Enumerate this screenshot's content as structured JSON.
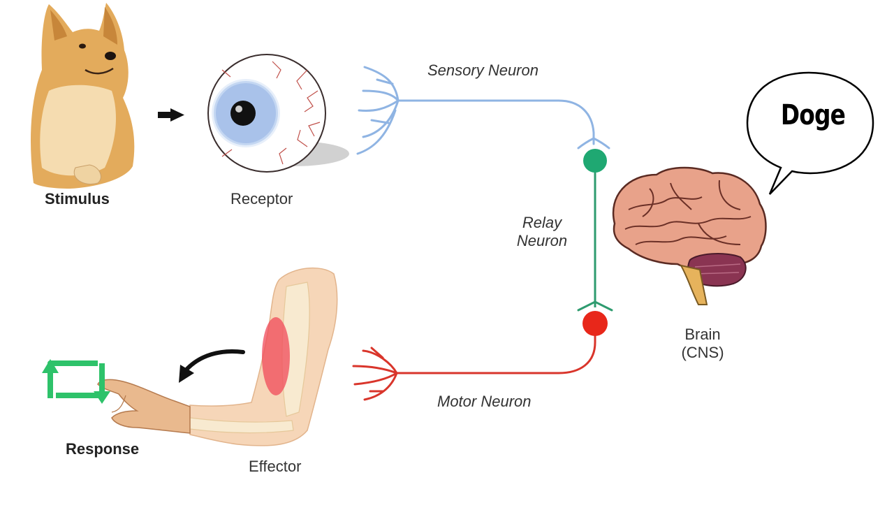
{
  "labels": {
    "stimulus": "Stimulus",
    "receptor": "Receptor",
    "sensory_neuron": "Sensory Neuron",
    "relay_neuron_line1": "Relay",
    "relay_neuron_line2": "Neuron",
    "motor_neuron": "Motor Neuron",
    "effector": "Effector",
    "response": "Response",
    "brain_line1": "Brain",
    "brain_line2": "(CNS)"
  },
  "speech_bubble": {
    "text": "Doge"
  },
  "icons": {
    "stimulus": "doge-dog-image",
    "receptor": "eyeball-icon",
    "brain": "brain-icon",
    "effector": "arm-muscle-icon",
    "response": "repeat-arrows-icon"
  },
  "colors": {
    "sensory": "#8fb4e3",
    "relay": "#2e9b6f",
    "relay_node": "#1fa872",
    "motor": "#d9352b",
    "motor_node": "#e8271a",
    "response_icon": "#2ec26a"
  }
}
